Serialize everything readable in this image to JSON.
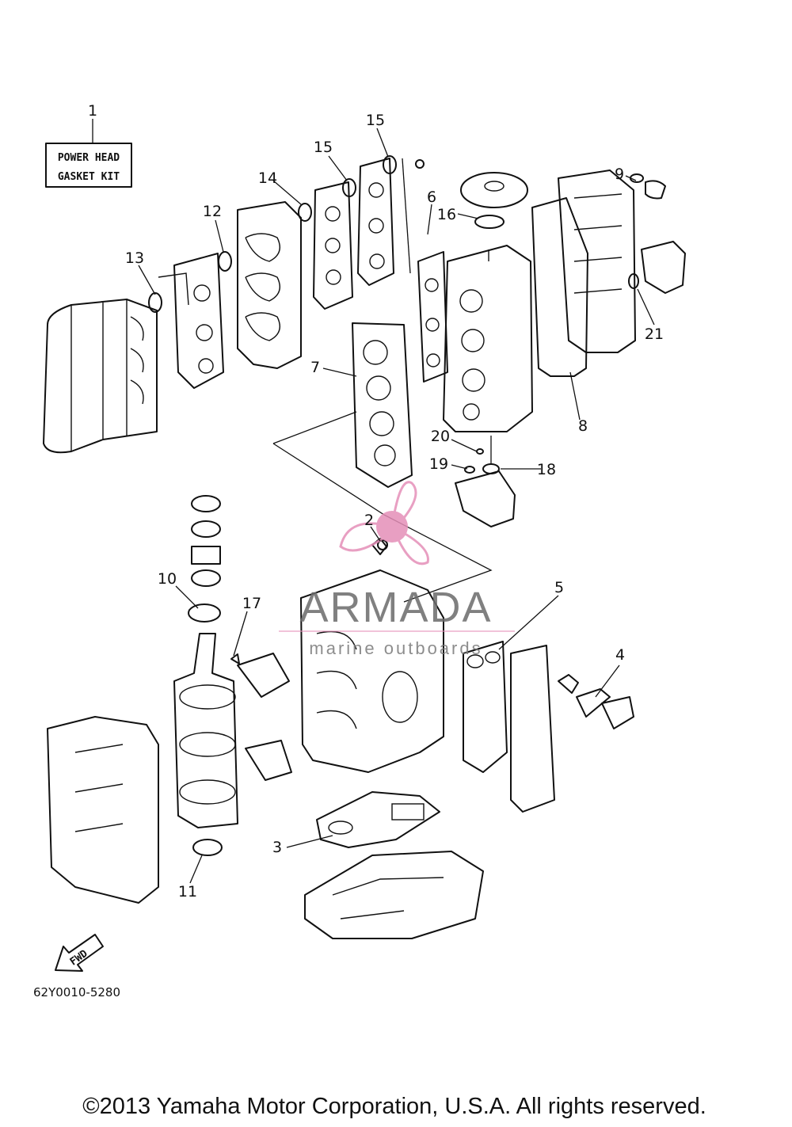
{
  "kit_box": {
    "line1": "POWER HEAD",
    "line2": "GASKET KIT"
  },
  "callouts": [
    {
      "id": "callout-1",
      "text": "1"
    },
    {
      "id": "callout-2",
      "text": "2"
    },
    {
      "id": "callout-3",
      "text": "3"
    },
    {
      "id": "callout-4",
      "text": "4"
    },
    {
      "id": "callout-5",
      "text": "5"
    },
    {
      "id": "callout-6",
      "text": "6"
    },
    {
      "id": "callout-7",
      "text": "7"
    },
    {
      "id": "callout-8",
      "text": "8"
    },
    {
      "id": "callout-9",
      "text": "9"
    },
    {
      "id": "callout-10",
      "text": "10"
    },
    {
      "id": "callout-11",
      "text": "11"
    },
    {
      "id": "callout-12",
      "text": "12"
    },
    {
      "id": "callout-13",
      "text": "13"
    },
    {
      "id": "callout-14",
      "text": "14"
    },
    {
      "id": "callout-15a",
      "text": "15"
    },
    {
      "id": "callout-15b",
      "text": "15"
    },
    {
      "id": "callout-16",
      "text": "16"
    },
    {
      "id": "callout-17",
      "text": "17"
    },
    {
      "id": "callout-18",
      "text": "18"
    },
    {
      "id": "callout-19",
      "text": "19"
    },
    {
      "id": "callout-20",
      "text": "20"
    },
    {
      "id": "callout-21",
      "text": "21"
    }
  ],
  "fwd_label": "FWD",
  "watermark": {
    "brand": "ARMADA",
    "tagline": "marine outboards",
    "accent_color": "#e58fb8"
  },
  "diagram_code": "62Y0010-5280",
  "copyright": "©2013 Yamaha Motor Corporation, U.S.A. All rights reserved."
}
